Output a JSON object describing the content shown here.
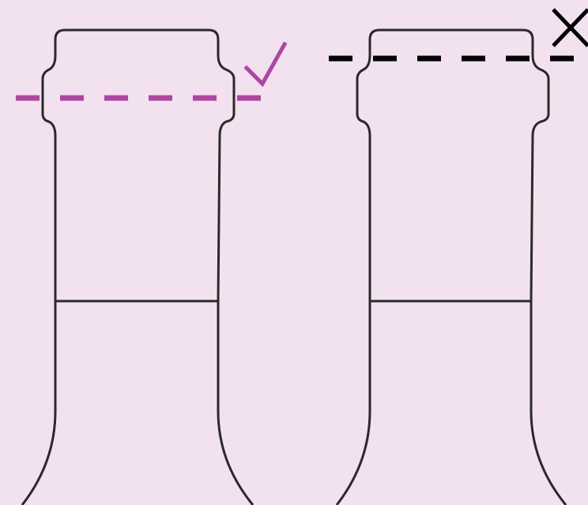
{
  "diagram": {
    "colors": {
      "background": "#f2e2ef",
      "outline": "#2a2a2a",
      "correct": "#b044a2",
      "incorrect": "#000000"
    },
    "bottles": [
      {
        "id": "bottle-correct",
        "cut_line_position": "below-lip",
        "verdict": "correct",
        "mark_icon": "check-icon"
      },
      {
        "id": "bottle-incorrect",
        "cut_line_position": "above-lip",
        "verdict": "incorrect",
        "mark_icon": "cross-icon"
      }
    ]
  }
}
